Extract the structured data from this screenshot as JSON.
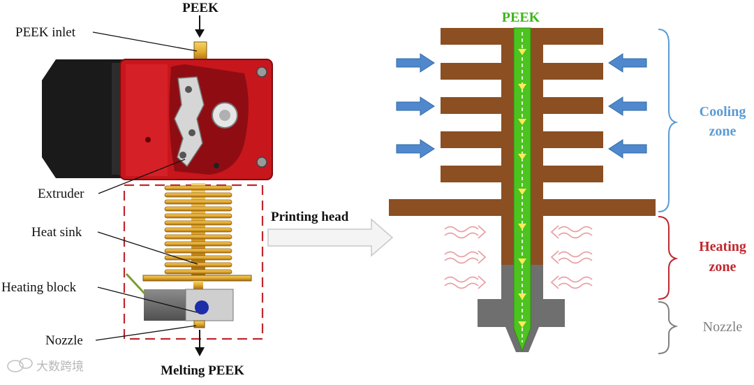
{
  "left_panel": {
    "top_label": "PEEK",
    "labels": {
      "peek_inlet": "PEEK inlet",
      "extruder": "Extruder",
      "heat_sink": "Heat sink",
      "heating_block": "Heating block",
      "nozzle": "Nozzle"
    },
    "bottom_label": "Melting PEEK"
  },
  "connector": {
    "label": "Printing head"
  },
  "right_panel": {
    "top_label": "PEEK",
    "zones": {
      "cooling": [
        "Cooling",
        "zone"
      ],
      "heating": [
        "Heating",
        "zone"
      ],
      "nozzle": "Nozzle"
    }
  },
  "watermark": "大数跨境",
  "colors": {
    "cooling_zone": "#5b9bd5",
    "heating_zone": "#c0272d",
    "nozzle_zone": "#808080",
    "filament": "#4cc31f",
    "heat_sink_fins": "#8b4f22",
    "extruder_body": "#c8161d",
    "arrows_cooling": "#4f88cc"
  }
}
